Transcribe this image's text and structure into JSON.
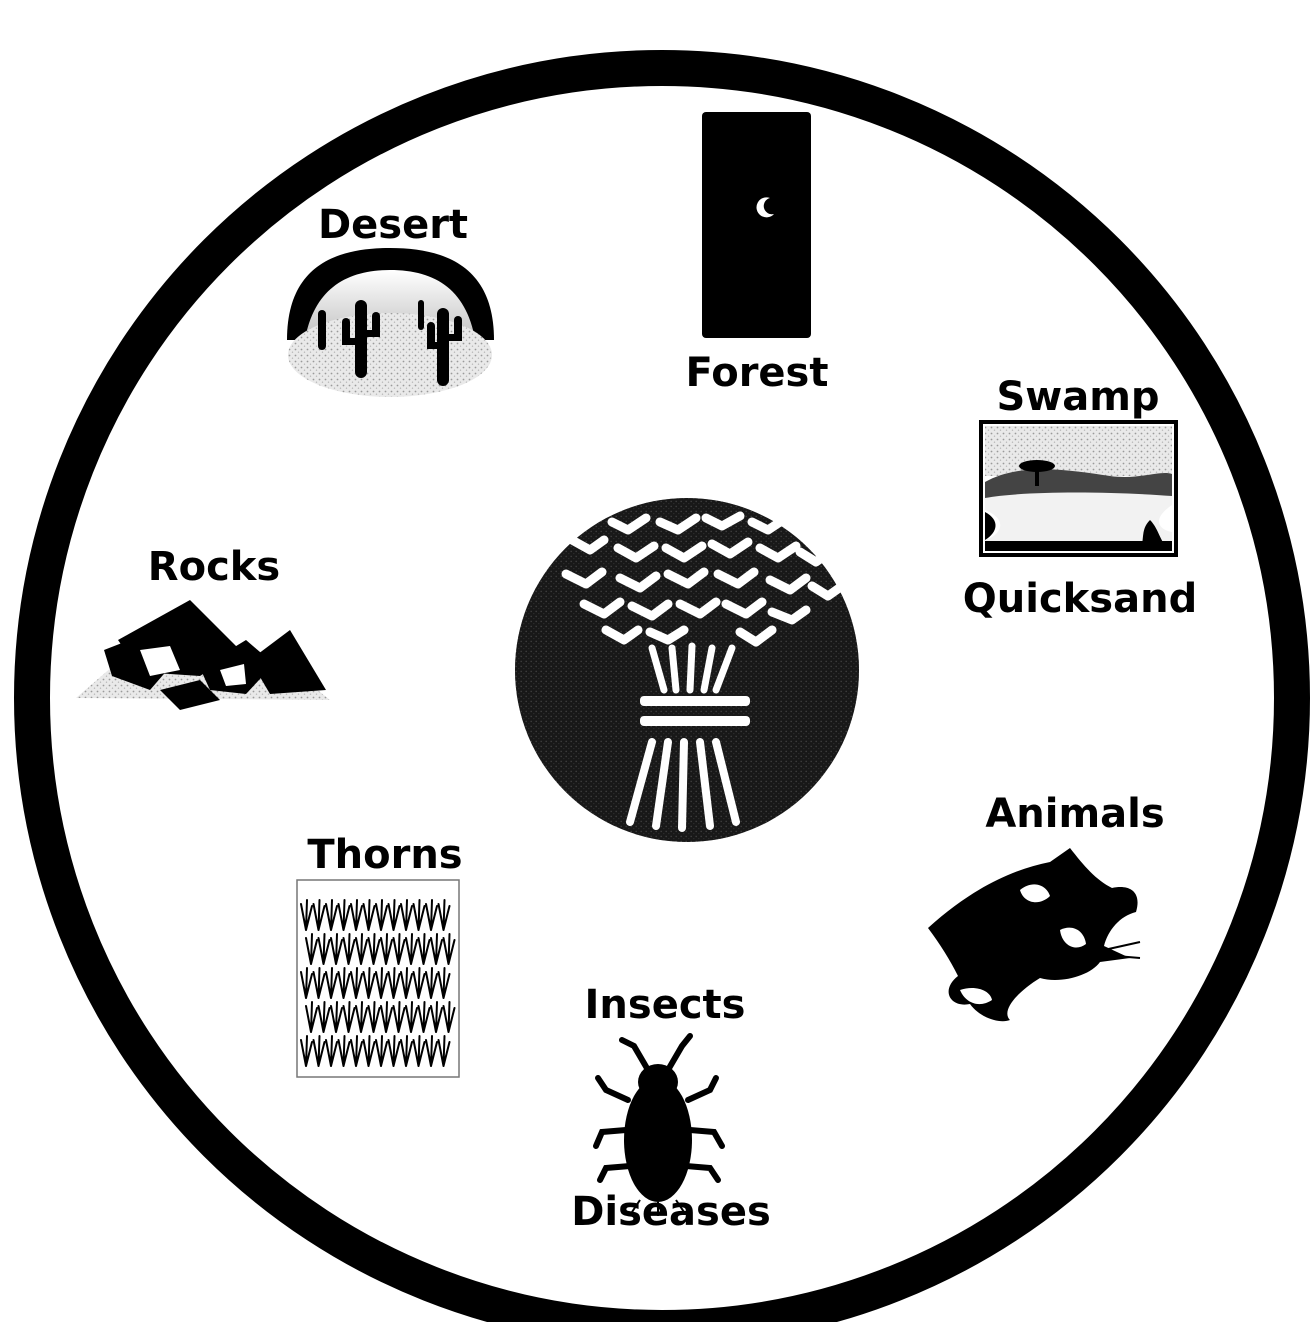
{
  "labels": {
    "desert": "Desert",
    "forest": "Forest",
    "swamp": "Swamp",
    "quicksand": "Quicksand",
    "rocks": "Rocks",
    "animals": "Animals",
    "thorns": "Thorns",
    "insects": "Insects",
    "diseases": "Diseases"
  },
  "icons": {
    "center": "wheat-sheaf-icon",
    "desert": "desert-cactus-icon",
    "forest": "forest-night-icon",
    "swamp": "swamp-scene-icon",
    "rocks": "rocks-icon",
    "animals": "animal-cat-icon",
    "thorns": "thorns-grass-icon",
    "insects": "insect-bug-icon"
  },
  "colors": {
    "ring": "#000000",
    "background": "#ffffff"
  }
}
